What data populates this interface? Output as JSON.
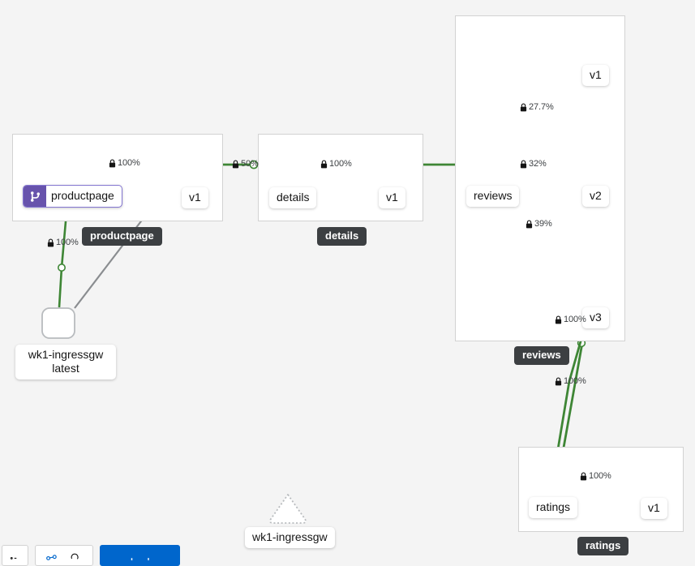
{
  "canvas": {
    "background_color": "#f4f4f4",
    "edge_color": "#3e8635",
    "idle_edge_color": "#8a8d90",
    "node_border_color": "#b8bbbe",
    "group_badge_color": "#3c3f42",
    "version_badge_color": "#6753ac",
    "primary_button_color": "#0066cc"
  },
  "groups": [
    {
      "name": "productpage",
      "label": "productpage",
      "badge_label": "productpage"
    },
    {
      "name": "details",
      "label": "details",
      "badge_label": "details"
    },
    {
      "name": "reviews",
      "label": "reviews",
      "badge_label": "reviews"
    },
    {
      "name": "ratings",
      "label": "ratings",
      "badge_label": "ratings"
    }
  ],
  "nodes": [
    {
      "name": "productpage-service",
      "label": "productpage",
      "shape": "triangle",
      "badge_icon": "git-branch-icon",
      "has_badge": true
    },
    {
      "name": "productpage-v1",
      "label": "v1",
      "shape": "round-rect"
    },
    {
      "name": "details-service",
      "label": "details",
      "shape": "triangle"
    },
    {
      "name": "details-v1",
      "label": "v1",
      "shape": "round-rect"
    },
    {
      "name": "reviews-service",
      "label": "reviews",
      "shape": "triangle"
    },
    {
      "name": "reviews-v1",
      "label": "v1",
      "shape": "round-rect"
    },
    {
      "name": "reviews-v2",
      "label": "v2",
      "shape": "round-rect"
    },
    {
      "name": "reviews-v3",
      "label": "v3",
      "shape": "round-rect"
    },
    {
      "name": "ratings-service",
      "label": "ratings",
      "shape": "triangle"
    },
    {
      "name": "ratings-v1",
      "label": "v1",
      "shape": "round-rect"
    },
    {
      "name": "wk1-ingressgw-latest",
      "label": "wk1-ingressgw\nlatest",
      "line1": "wk1-ingressgw",
      "line2": "latest",
      "shape": "round-rect"
    },
    {
      "name": "wk1-ingressgw-service",
      "label": "wk1-ingressgw",
      "shape": "triangle-dashed"
    }
  ],
  "edges": [
    {
      "name": "ingressgw-to-productpage-service",
      "label": "100%",
      "mtls": true,
      "health": "healthy"
    },
    {
      "name": "productpage-service-to-v1",
      "label": "100%",
      "mtls": true,
      "health": "healthy"
    },
    {
      "name": "ingressgw-to-productpage-v1",
      "label": "",
      "mtls": false,
      "health": "idle"
    },
    {
      "name": "productpage-v1-to-details-service",
      "label": "50%",
      "mtls": true,
      "health": "healthy"
    },
    {
      "name": "details-service-to-v1",
      "label": "100%",
      "mtls": true,
      "health": "healthy"
    },
    {
      "name": "productpage-v1-to-reviews-service",
      "label": "",
      "mtls": false,
      "health": "healthy"
    },
    {
      "name": "reviews-service-to-v1",
      "label": "27.7%",
      "mtls": true,
      "health": "healthy"
    },
    {
      "name": "reviews-service-to-v2",
      "label": "32%",
      "mtls": true,
      "health": "healthy"
    },
    {
      "name": "reviews-service-to-v3",
      "label": "39%",
      "mtls": true,
      "health": "healthy"
    },
    {
      "name": "reviews-v2-to-ratings",
      "label": "100%",
      "mtls": true,
      "health": "healthy"
    },
    {
      "name": "reviews-v3-to-ratings",
      "label": "100%",
      "mtls": true,
      "health": "healthy"
    },
    {
      "name": "ratings-service-to-v1",
      "label": "100%",
      "mtls": true,
      "health": "healthy"
    }
  ],
  "toolbar": {
    "zoom_out_label": "",
    "fit_label": "",
    "primary_label": ""
  }
}
